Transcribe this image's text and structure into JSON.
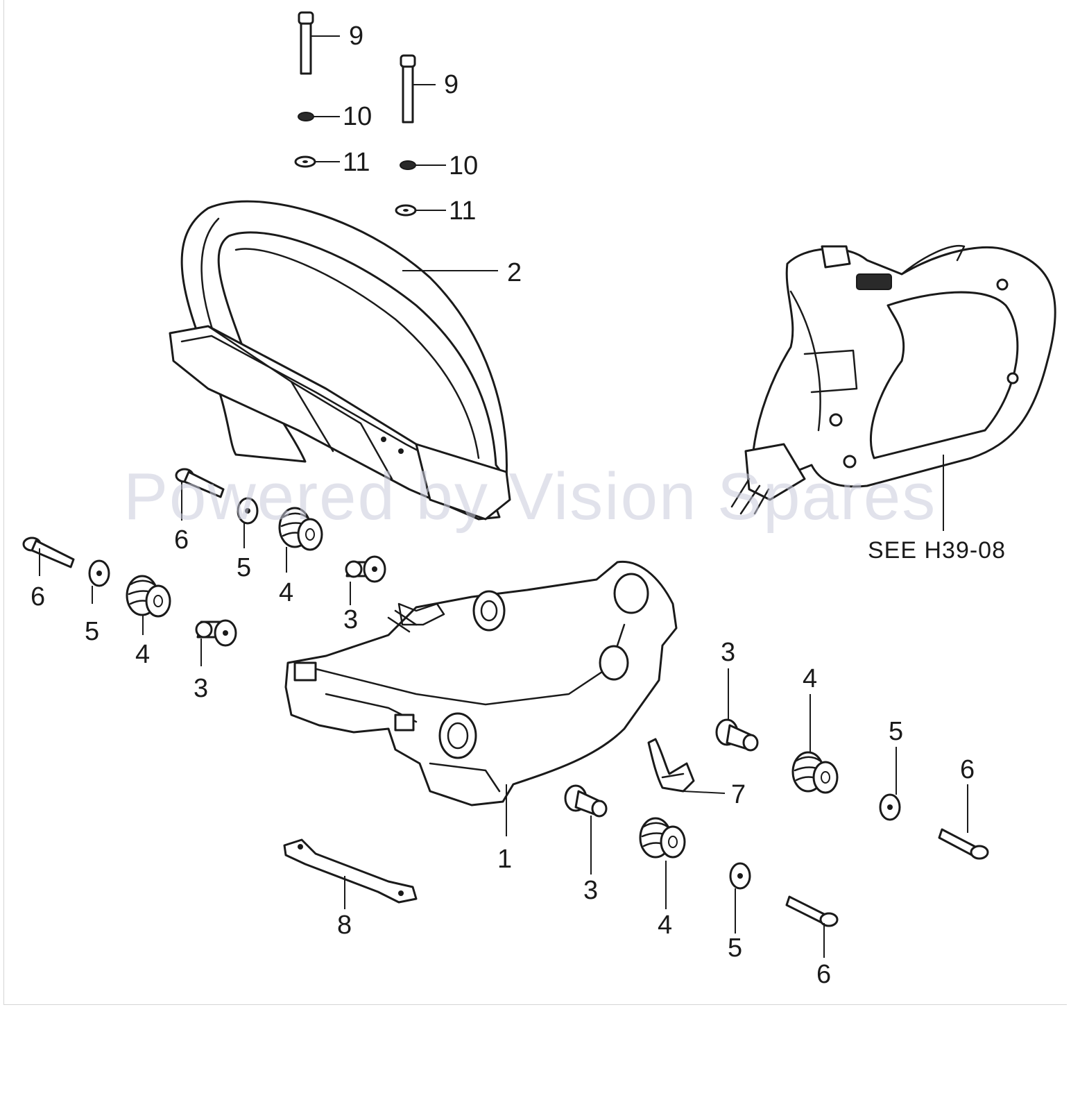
{
  "watermark": "Powered by Vision Spares",
  "reference_note": "SEE H39-08",
  "callouts": {
    "c9a": "9",
    "c9b": "9",
    "c10a": "10",
    "c10b": "10",
    "c11a": "11",
    "c11b": "11",
    "c2": "2",
    "c6a": "6",
    "c5a": "5",
    "c4a": "4",
    "c3a": "3",
    "c6b": "6",
    "c5b": "5",
    "c4b": "4",
    "c3b": "3",
    "c1": "1",
    "c3c": "3",
    "c4c": "4",
    "c5c": "5",
    "c6c": "6",
    "c7": "7",
    "c3d": "3",
    "c4d": "4",
    "c5d": "5",
    "c6d": "6",
    "c8": "8"
  },
  "colors": {
    "line": "#1a1a1a",
    "watermark": "#c9cbdc",
    "frame": "#d4d4d4"
  }
}
